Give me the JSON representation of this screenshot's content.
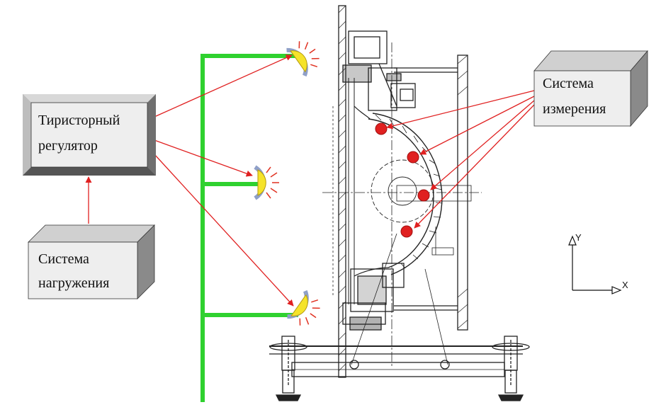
{
  "labels": {
    "thyristor_line1": "Тиристорный",
    "thyristor_line2": "регулятор",
    "measurement_line1": "Система",
    "measurement_line2": "измерения",
    "loading_line1": "Система",
    "loading_line2": "нагружения"
  },
  "axes": {
    "y": "Y",
    "x": "X"
  },
  "colors": {
    "bus": "#2fd12f",
    "arrow": "#e02020",
    "box_face": "#eeeeee",
    "box_shade": "#9a9a9a",
    "lamp_fill": "#f5e32a",
    "lamp_reflector": "#8fa0c8",
    "sensor": "#e02020",
    "drawing_line": "#222222"
  },
  "icons": [
    "lamp-icon",
    "sensor-point-icon",
    "leveling-jack-icon",
    "axes-icon"
  ]
}
